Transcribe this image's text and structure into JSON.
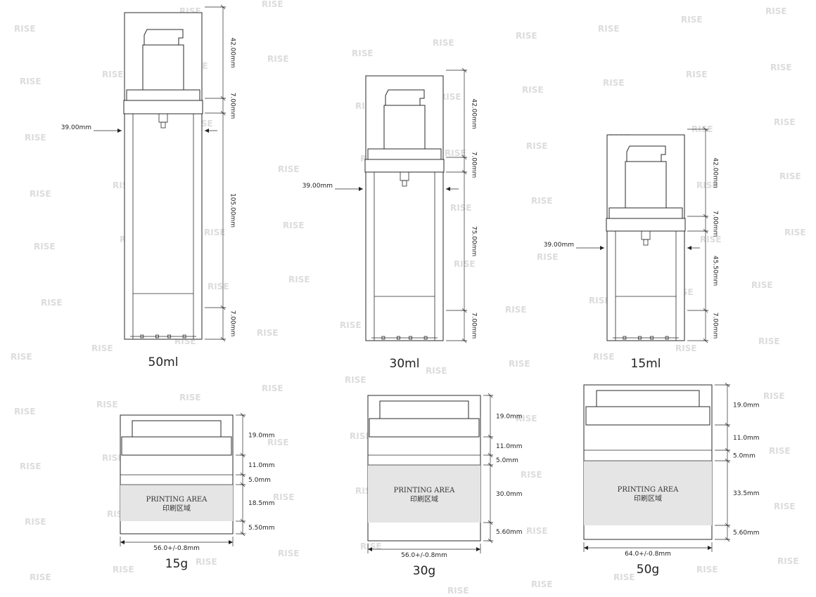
{
  "watermark": "RISE",
  "bottles": [
    {
      "label": "50ml",
      "width_label": "39.00mm",
      "dims": [
        "42.00mm",
        "7.00mm",
        "105.00mm",
        "7.00mm"
      ]
    },
    {
      "label": "30ml",
      "width_label": "39.00mm",
      "dims": [
        "42.00mm",
        "7.00mm",
        "75.00mm",
        "7.00mm"
      ]
    },
    {
      "label": "15ml",
      "width_label": "39.00mm",
      "dims": [
        "42.00mm",
        "7.00mm",
        "45.50mm",
        "7.00mm"
      ]
    }
  ],
  "jars": [
    {
      "label": "15g",
      "width_label": "56.0+/-0.8mm",
      "dims": [
        "19.0mm",
        "11.0mm",
        "5.0mm",
        "18.5mm",
        "5.50mm"
      ],
      "print_area_en": "PRINTING AREA",
      "print_area_zh": "印刷区域"
    },
    {
      "label": "30g",
      "width_label": "56.0+/-0.8mm",
      "dims": [
        "19.0mm",
        "11.0mm",
        "5.0mm",
        "30.0mm",
        "5.60mm"
      ],
      "print_area_en": "PRINTING AREA",
      "print_area_zh": "印刷区域"
    },
    {
      "label": "50g",
      "width_label": "64.0+/-0.8mm",
      "dims": [
        "19.0mm",
        "11.0mm",
        "5.0mm",
        "33.5mm",
        "5.60mm"
      ],
      "print_area_en": "PRINTING AREA",
      "print_area_zh": "印刷区域"
    }
  ]
}
